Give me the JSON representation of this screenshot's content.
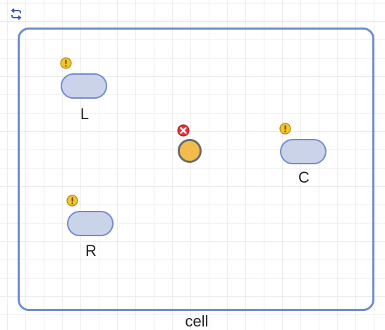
{
  "compartment": {
    "label": "cell",
    "border_color": "#6f8bd0"
  },
  "species": [
    {
      "label": "L",
      "fill": "#cbd3e9",
      "status_icon": "warning-icon"
    },
    {
      "label": "C",
      "fill": "#cbd3e9",
      "status_icon": "warning-icon"
    },
    {
      "label": "R",
      "fill": "#cbd3e9",
      "status_icon": "warning-icon"
    }
  ],
  "reaction_node": {
    "fill": "#f3bb4b",
    "status_icon": "error-icon"
  },
  "toolbar": {
    "toggle_icon": "swap-arrows-icon"
  }
}
